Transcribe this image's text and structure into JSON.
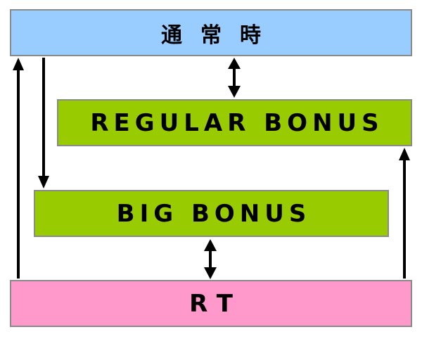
{
  "nodes": {
    "normal": {
      "label": "通常時",
      "color": "#99ccff"
    },
    "regular_bonus": {
      "label": "REGULAR BONUS",
      "color": "#99cc00"
    },
    "big_bonus": {
      "label": "BIG BONUS",
      "color": "#99cc00"
    },
    "rt": {
      "label": "RT",
      "color": "#ff99cc"
    }
  },
  "edges": [
    {
      "from": "normal",
      "to": "big_bonus",
      "direction": "one-way"
    },
    {
      "from": "normal",
      "to": "regular_bonus",
      "direction": "two-way"
    },
    {
      "from": "big_bonus",
      "to": "rt",
      "direction": "two-way"
    },
    {
      "from": "rt",
      "to": "normal",
      "direction": "one-way"
    },
    {
      "from": "rt",
      "to": "regular_bonus",
      "direction": "one-way"
    }
  ]
}
